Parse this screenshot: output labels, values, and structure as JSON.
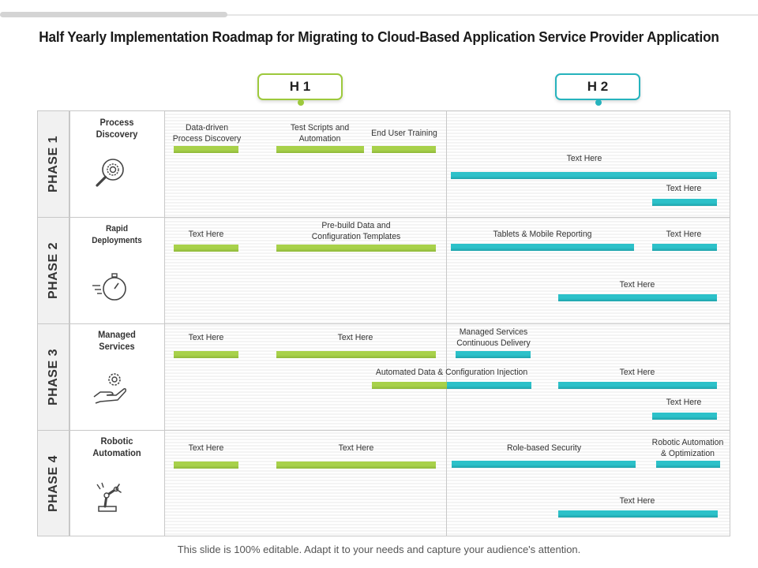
{
  "title": "Half Yearly Implementation Roadmap for Migrating to Cloud-Based Application Service Provider Application",
  "halves": [
    "H 1",
    "H 2"
  ],
  "phases": [
    {
      "label": "PHASE 1",
      "category": "Process\nDiscovery",
      "icon": "magnifier-gear-icon"
    },
    {
      "label": "PHASE 2",
      "category": "Rapid\nDeployments",
      "icon": "stopwatch-icon"
    },
    {
      "label": "PHASE 3",
      "category": "Managed\nServices",
      "icon": "hand-gear-icon"
    },
    {
      "label": "PHASE 4",
      "category": "Robotic\nAutomation",
      "icon": "robot-arm-icon"
    }
  ],
  "tasks": {
    "p1_data_driven": "Data-driven\nProcess Discovery",
    "p1_test_scripts": "Test Scripts and\nAutomation",
    "p1_end_user": "End User Training",
    "p1_text_a": "Text Here",
    "p1_text_b": "Text Here",
    "p2_text_a": "Text Here",
    "p2_prebuild": "Pre-build Data and\nConfiguration Templates",
    "p2_tablets": "Tablets & Mobile Reporting",
    "p2_text_b": "Text Here",
    "p2_text_c": "Text Here",
    "p3_text_a": "Text Here",
    "p3_text_b": "Text Here",
    "p3_managed": "Managed Services\nContinuous Delivery",
    "p3_automated": "Automated Data & Configuration Injection",
    "p3_text_c": "Text Here",
    "p3_text_d": "Text Here",
    "p4_text_a": "Text Here",
    "p4_text_b": "Text Here",
    "p4_role": "Role-based Security",
    "p4_robotic": "Robotic Automation\n& Optimization",
    "p4_text_c": "Text Here"
  },
  "colors": {
    "h1": "#9dc93c",
    "h2": "#26b3bd"
  },
  "footer": "This slide is 100% editable. Adapt it to your needs and capture your audience's attention."
}
